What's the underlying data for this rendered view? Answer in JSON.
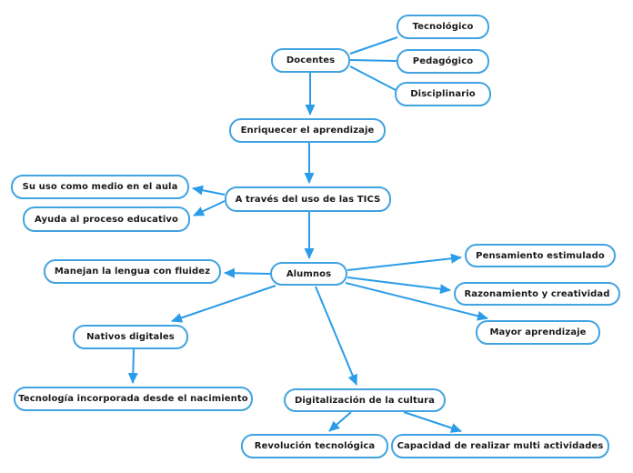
{
  "colors": {
    "edge": "#2b9ce8",
    "node_border": "#41a3e0",
    "text": "#1a1a1a",
    "background": "#ffffff"
  },
  "nodes": [
    {
      "id": "docentes",
      "label": "Docentes"
    },
    {
      "id": "tecnologico",
      "label": "Tecnológico"
    },
    {
      "id": "pedagogico",
      "label": "Pedagógico"
    },
    {
      "id": "disciplinario",
      "label": "Disciplinario"
    },
    {
      "id": "enriquecer",
      "label": "Enriquecer el aprendizaje"
    },
    {
      "id": "atraves",
      "label": "A través del uso de las TICS"
    },
    {
      "id": "su_uso",
      "label": "Su uso como medio en el aula"
    },
    {
      "id": "ayuda",
      "label": "Ayuda al proceso educativo"
    },
    {
      "id": "alumnos",
      "label": "Alumnos"
    },
    {
      "id": "manejan",
      "label": "Manejan la lengua con fluidez"
    },
    {
      "id": "pensamiento",
      "label": "Pensamiento estimulado"
    },
    {
      "id": "razonamiento",
      "label": "Razonamiento y creatividad"
    },
    {
      "id": "mayor",
      "label": "Mayor aprendizaje"
    },
    {
      "id": "nativos",
      "label": "Nativos digitales"
    },
    {
      "id": "tecnologia",
      "label": "Tecnología incorporada desde el nacimiento"
    },
    {
      "id": "digitalizacion",
      "label": "Digitalización de la cultura"
    },
    {
      "id": "revolucion",
      "label": "Revolución tecnológica"
    },
    {
      "id": "capacidad",
      "label": "Capacidad de realizar multi actividades"
    }
  ],
  "edges": [
    {
      "from": "docentes",
      "to": "tecnologico",
      "arrow": false
    },
    {
      "from": "docentes",
      "to": "pedagogico",
      "arrow": false
    },
    {
      "from": "docentes",
      "to": "disciplinario",
      "arrow": false
    },
    {
      "from": "docentes",
      "to": "enriquecer",
      "arrow": true
    },
    {
      "from": "enriquecer",
      "to": "atraves",
      "arrow": true
    },
    {
      "from": "atraves",
      "to": "su_uso",
      "arrow": true
    },
    {
      "from": "atraves",
      "to": "ayuda",
      "arrow": true
    },
    {
      "from": "atraves",
      "to": "alumnos",
      "arrow": true
    },
    {
      "from": "alumnos",
      "to": "manejan",
      "arrow": true
    },
    {
      "from": "alumnos",
      "to": "pensamiento",
      "arrow": true
    },
    {
      "from": "alumnos",
      "to": "razonamiento",
      "arrow": true
    },
    {
      "from": "alumnos",
      "to": "mayor",
      "arrow": true
    },
    {
      "from": "alumnos",
      "to": "nativos",
      "arrow": true
    },
    {
      "from": "alumnos",
      "to": "digitalizacion",
      "arrow": true
    },
    {
      "from": "nativos",
      "to": "tecnologia",
      "arrow": true
    },
    {
      "from": "digitalizacion",
      "to": "revolucion",
      "arrow": true
    },
    {
      "from": "digitalizacion",
      "to": "capacidad",
      "arrow": true
    }
  ]
}
